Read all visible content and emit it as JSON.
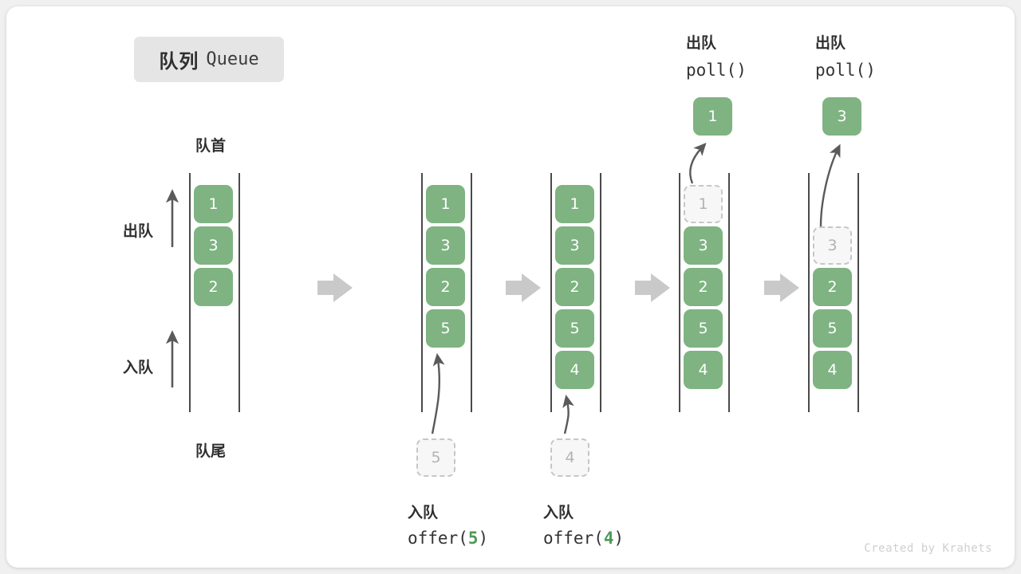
{
  "title": {
    "cn": "队列",
    "en": "Queue"
  },
  "axis_labels": {
    "front": "队首",
    "rear": "队尾",
    "dequeue": "出队",
    "enqueue": "入队"
  },
  "colors": {
    "cell_fill": "#7fb382",
    "ghost_fill": "#f7f7f7",
    "ghost_border": "#c6c6c6",
    "rail": "#4a4a4a",
    "step_arrow": "#c9c9c9",
    "accent_green": "#4e9a55",
    "card_bg": "#ffffff",
    "page_bg": "#f0f0f0",
    "chip_bg": "#e5e5e5"
  },
  "stages": [
    {
      "id": "initial",
      "cells": [
        {
          "value": "1",
          "state": "filled"
        },
        {
          "value": "3",
          "state": "filled"
        },
        {
          "value": "2",
          "state": "filled"
        }
      ],
      "caption_cn": "",
      "caption_code": ""
    },
    {
      "id": "offer-5",
      "cells": [
        {
          "value": "1",
          "state": "filled"
        },
        {
          "value": "3",
          "state": "filled"
        },
        {
          "value": "2",
          "state": "filled"
        },
        {
          "value": "5",
          "state": "filled"
        }
      ],
      "pending": {
        "value": "5",
        "state": "ghost"
      },
      "caption_cn": "入队",
      "caption_code_prefix": "offer(",
      "caption_code_arg": "5",
      "caption_code_suffix": ")"
    },
    {
      "id": "offer-4",
      "cells": [
        {
          "value": "1",
          "state": "filled"
        },
        {
          "value": "3",
          "state": "filled"
        },
        {
          "value": "2",
          "state": "filled"
        },
        {
          "value": "5",
          "state": "filled"
        },
        {
          "value": "4",
          "state": "filled"
        }
      ],
      "pending": {
        "value": "4",
        "state": "ghost"
      },
      "caption_cn": "入队",
      "caption_code_prefix": "offer(",
      "caption_code_arg": "4",
      "caption_code_suffix": ")"
    },
    {
      "id": "poll-1",
      "cells": [
        {
          "value": "1",
          "state": "ghost"
        },
        {
          "value": "3",
          "state": "filled"
        },
        {
          "value": "2",
          "state": "filled"
        },
        {
          "value": "5",
          "state": "filled"
        },
        {
          "value": "4",
          "state": "filled"
        }
      ],
      "popped": {
        "value": "1",
        "state": "filled"
      },
      "head_cn": "出队",
      "head_code": "poll()"
    },
    {
      "id": "poll-3",
      "cells": [
        {
          "value": "3",
          "state": "ghost"
        },
        {
          "value": "2",
          "state": "filled"
        },
        {
          "value": "5",
          "state": "filled"
        },
        {
          "value": "4",
          "state": "filled"
        }
      ],
      "popped": {
        "value": "3",
        "state": "filled"
      },
      "head_cn": "出队",
      "head_code": "poll()"
    }
  ],
  "footer": "Created by Krahets"
}
